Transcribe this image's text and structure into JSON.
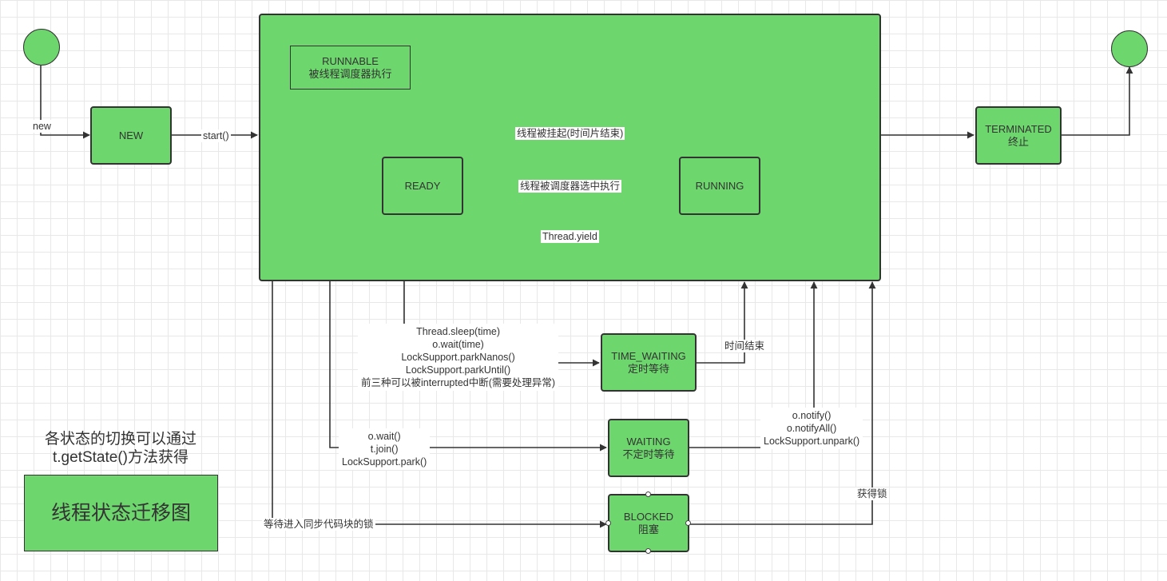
{
  "runnable": {
    "title": "RUNNABLE",
    "subtitle": "被线程调度器执行"
  },
  "nodes": {
    "new": "NEW",
    "terminated": {
      "title": "TERMINATED",
      "subtitle": "终止"
    },
    "ready": "READY",
    "running": "RUNNING",
    "time_waiting": {
      "title": "TIME_WAITING",
      "subtitle": "定时等待"
    },
    "waiting": {
      "title": "WAITING",
      "subtitle": "不定时等待"
    },
    "blocked": {
      "title": "BLOCKED",
      "subtitle": "阻塞"
    }
  },
  "edges": {
    "new": "new",
    "start": "start()",
    "suspended": "线程被挂起(时间片结束)",
    "selected": "线程被调度器选中执行",
    "yield": "Thread.yield",
    "timed_calls": [
      "Thread.sleep(time)",
      "o.wait(time)",
      "LockSupport.parkNanos()",
      "LockSupport.parkUntil()",
      "前三种可以被interrupted中断(需要处理异常)"
    ],
    "time_up": "时间结束",
    "wait_calls": [
      "o.wait()",
      "t.join()",
      "LockSupport.park()"
    ],
    "notify_calls": [
      "o.notify()",
      "o.notifyAll()",
      "LockSupport.unpark()"
    ],
    "acquire_lock": "获得锁",
    "wait_lock": "等待进入同步代码块的锁"
  },
  "note": {
    "line1": "各状态的切换可以通过",
    "line2": "t.getState()方法获得"
  },
  "title": "线程状态迁移图",
  "colors": {
    "fill": "#6dd66d",
    "stroke": "#333333"
  }
}
